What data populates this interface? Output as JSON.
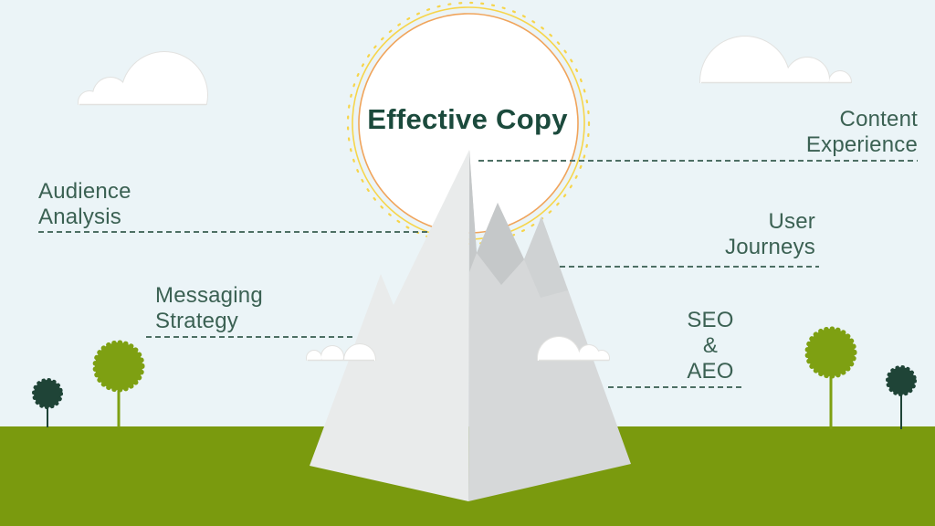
{
  "title": "Effective Copy",
  "labels": {
    "content_experience": "Content\nExperience",
    "audience_analysis": "Audience\nAnalysis",
    "user_journeys": "User\nJourneys",
    "messaging_strategy": "Messaging\nStrategy",
    "seo_aeo": "SEO\n&\nAEO"
  },
  "scene_elements": [
    "sun",
    "mountain-peaks",
    "clouds",
    "trees",
    "grass-field"
  ],
  "colors": {
    "sky": "#ebf4f7",
    "grass": "#7a9a0e",
    "tree_olive": "#7ea012",
    "tree_dark": "#1f4437",
    "sun_fill": "#ffffff",
    "sun_ring_orange": "#f0a45b",
    "sun_ring_yellow": "#f6d54b",
    "mountain_left": "#e9ebeb",
    "mountain_right": "#d6d8d9",
    "mountain_shadow": "#c5c8c9",
    "mountain_shadow_soft": "#cfd2d3",
    "cloud_fill": "#ffffff",
    "cloud_stroke": "#e2e2e0",
    "title_text": "#1b4a3c",
    "label_text": "#3b6153",
    "dash": "#4d6f64"
  }
}
